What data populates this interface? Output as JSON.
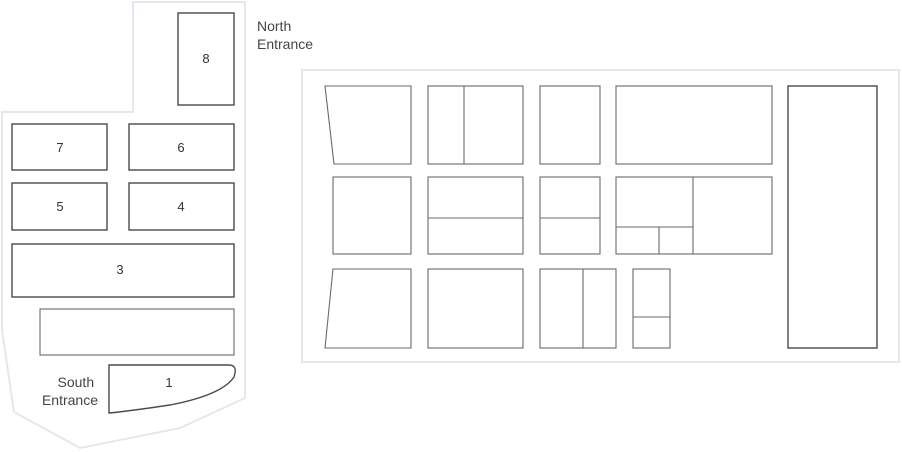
{
  "entrances": {
    "north": {
      "line1": "North",
      "line2": "Entrance"
    },
    "south": {
      "line1": "South",
      "line2": "Entrance"
    }
  },
  "lots": {
    "lot_1": "1",
    "lot_3": "3",
    "lot_4": "4",
    "lot_5": "5",
    "lot_6": "6",
    "lot_7": "7",
    "lot_8": "8"
  }
}
